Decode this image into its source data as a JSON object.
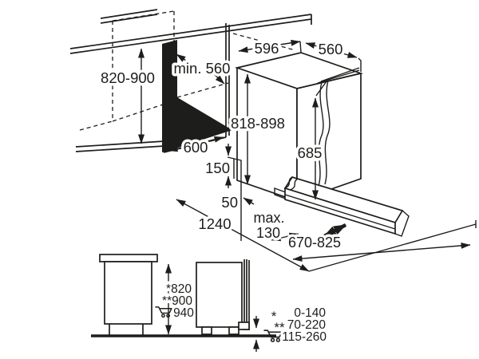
{
  "colors": {
    "ink": "#1d1d1b",
    "paper": "#ffffff"
  },
  "niche": {
    "height": "820-900",
    "depth": "min. 560",
    "width": "600"
  },
  "appliance": {
    "width": "596",
    "depth": "560",
    "height": "818-898",
    "door_panel_height": "685"
  },
  "clearances": {
    "front_space": "1240",
    "plinth_height": "150",
    "rear_gap": "50",
    "recess_label": "max.",
    "recess_value": "130",
    "door_slide_range": "670-825"
  },
  "side_view": {
    "height_star": "*820",
    "height_double_star": "**900",
    "height_cart": "940"
  },
  "legend": {
    "rows": [
      {
        "marker": "*",
        "range": "0-140"
      },
      {
        "marker": "**",
        "range": "70-220"
      },
      {
        "marker": "cart",
        "range": "115-260"
      }
    ]
  }
}
